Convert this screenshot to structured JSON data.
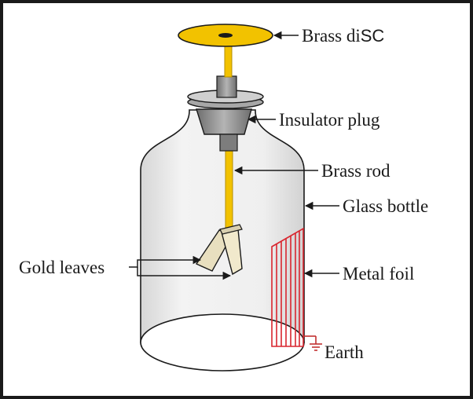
{
  "labels": {
    "brass_disc_a": "Brass di",
    "brass_disc_b": "SC",
    "insulator_plug": "Insulator plug",
    "brass_rod": "Brass rod",
    "glass_bottle": "Glass bottle",
    "gold_leaves": "Gold leaves",
    "metal_foil": "Metal foil",
    "earth": "Earth"
  },
  "colors": {
    "brass": "#f2c200",
    "gold_leaf": "#efe6c8",
    "metal_foil": "#d9252e",
    "glass": "#e9e9e9",
    "plug": "#8c8c8c",
    "outline": "#1a1a1a",
    "earth": "#c23030"
  }
}
